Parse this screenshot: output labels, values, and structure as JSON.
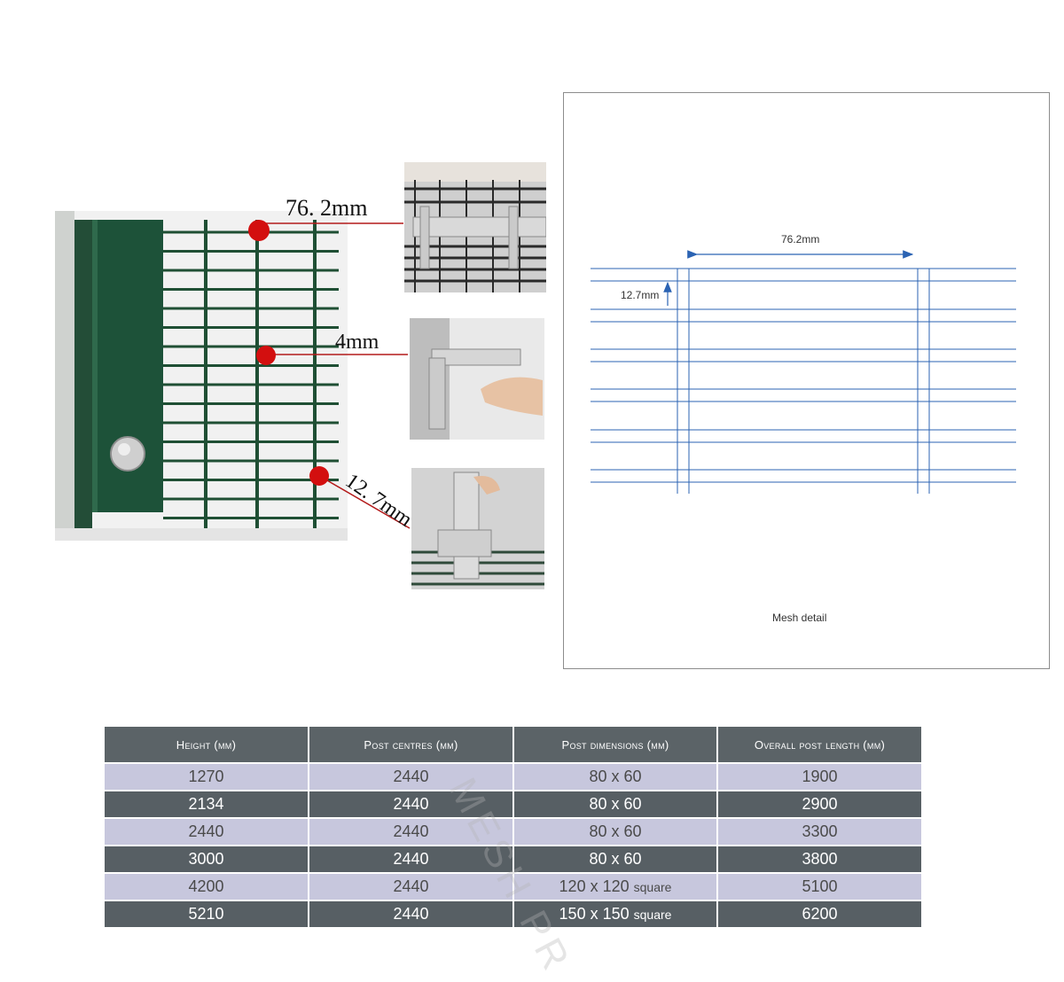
{
  "photo": {
    "callout_top": "76. 2mm",
    "callout_middle": "4mm",
    "callout_bottom": "12. 7mm"
  },
  "mesh_detail": {
    "horizontal_dimension": "76.2mm",
    "vertical_dimension": "12.7mm",
    "caption": "Mesh detail"
  },
  "watermark_text": "MESH PR",
  "colors": {
    "frame_green": "#1f4f34",
    "callout_red": "#d30f0f",
    "drawing_blue": "#2b63b3",
    "table_dark": "#575f64",
    "table_light": "#c7c7dd"
  },
  "table": {
    "headers": [
      "Height (mm)",
      "Post centres (mm)",
      "Post dimensions (mm)",
      "Overall post length (mm)"
    ],
    "rows": [
      {
        "height": "1270",
        "centres": "2440",
        "dim": "80 x 60",
        "dim_suffix": "",
        "length": "1900",
        "style": "light"
      },
      {
        "height": "2134",
        "centres": "2440",
        "dim": "80 x 60",
        "dim_suffix": "",
        "length": "2900",
        "style": "dark"
      },
      {
        "height": "2440",
        "centres": "2440",
        "dim": "80 x 60",
        "dim_suffix": "",
        "length": "3300",
        "style": "light"
      },
      {
        "height": "3000",
        "centres": "2440",
        "dim": "80 x 60",
        "dim_suffix": "",
        "length": "3800",
        "style": "dark"
      },
      {
        "height": "4200",
        "centres": "2440",
        "dim": "120 x 120",
        "dim_suffix": "square",
        "length": "5100",
        "style": "light"
      },
      {
        "height": "5210",
        "centres": "2440",
        "dim": "150 x 150",
        "dim_suffix": "square",
        "length": "6200",
        "style": "dark"
      }
    ]
  }
}
